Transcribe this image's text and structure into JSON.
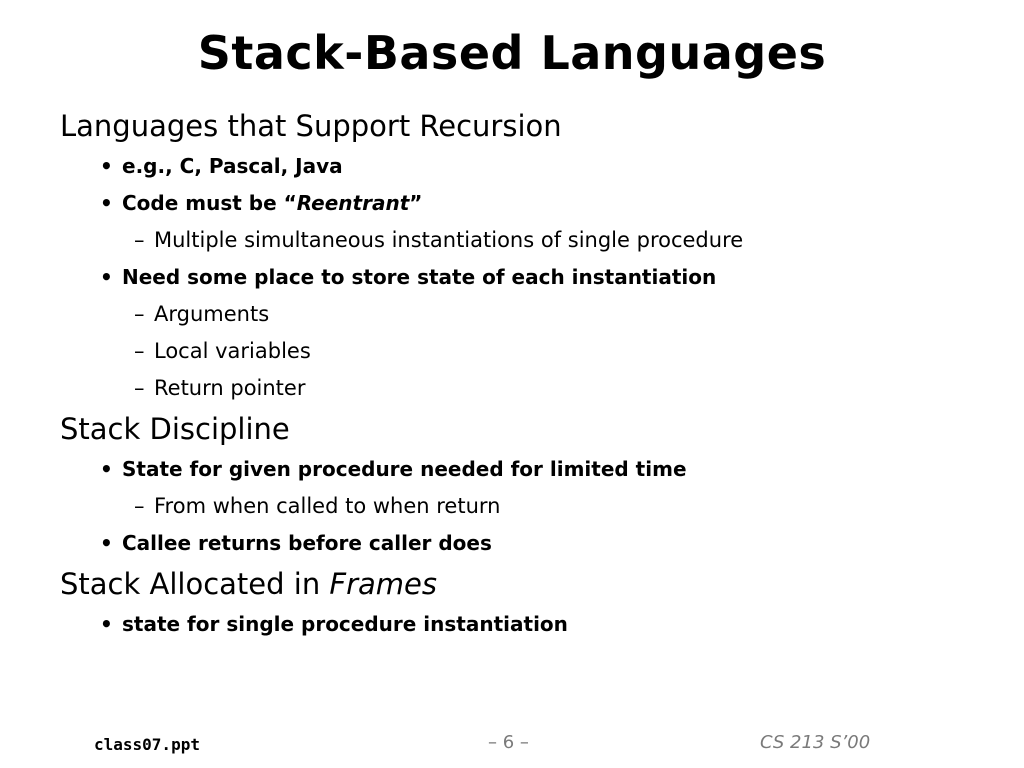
{
  "slide": {
    "title": "Stack-Based Languages",
    "sections": [
      {
        "heading": "Languages that Support Recursion",
        "bullets": [
          {
            "text": "e.g., C, Pascal, Java"
          },
          {
            "text_pre": "Code must be “",
            "text_em": "Reentrant",
            "text_post": "”"
          },
          {
            "sub": "Multiple simultaneous instantiations of single procedure"
          },
          {
            "text": "Need some place to store state of each instantiation"
          },
          {
            "sub": "Arguments"
          },
          {
            "sub": "Local variables"
          },
          {
            "sub": "Return pointer"
          }
        ]
      },
      {
        "heading": "Stack Discipline",
        "bullets": [
          {
            "text": "State for given procedure needed for limited time"
          },
          {
            "sub": "From when called to when return"
          },
          {
            "text": "Callee returns before caller does"
          }
        ]
      },
      {
        "heading_pre": "Stack Allocated in ",
        "heading_em": "Frames",
        "bullets": [
          {
            "text": "state for single procedure instantiation"
          }
        ]
      }
    ],
    "bullet_glyph": "•",
    "dash_glyph": "–"
  },
  "footer": {
    "filename": "class07.ppt",
    "page": "– 6 –",
    "course": "CS 213 S’00"
  }
}
